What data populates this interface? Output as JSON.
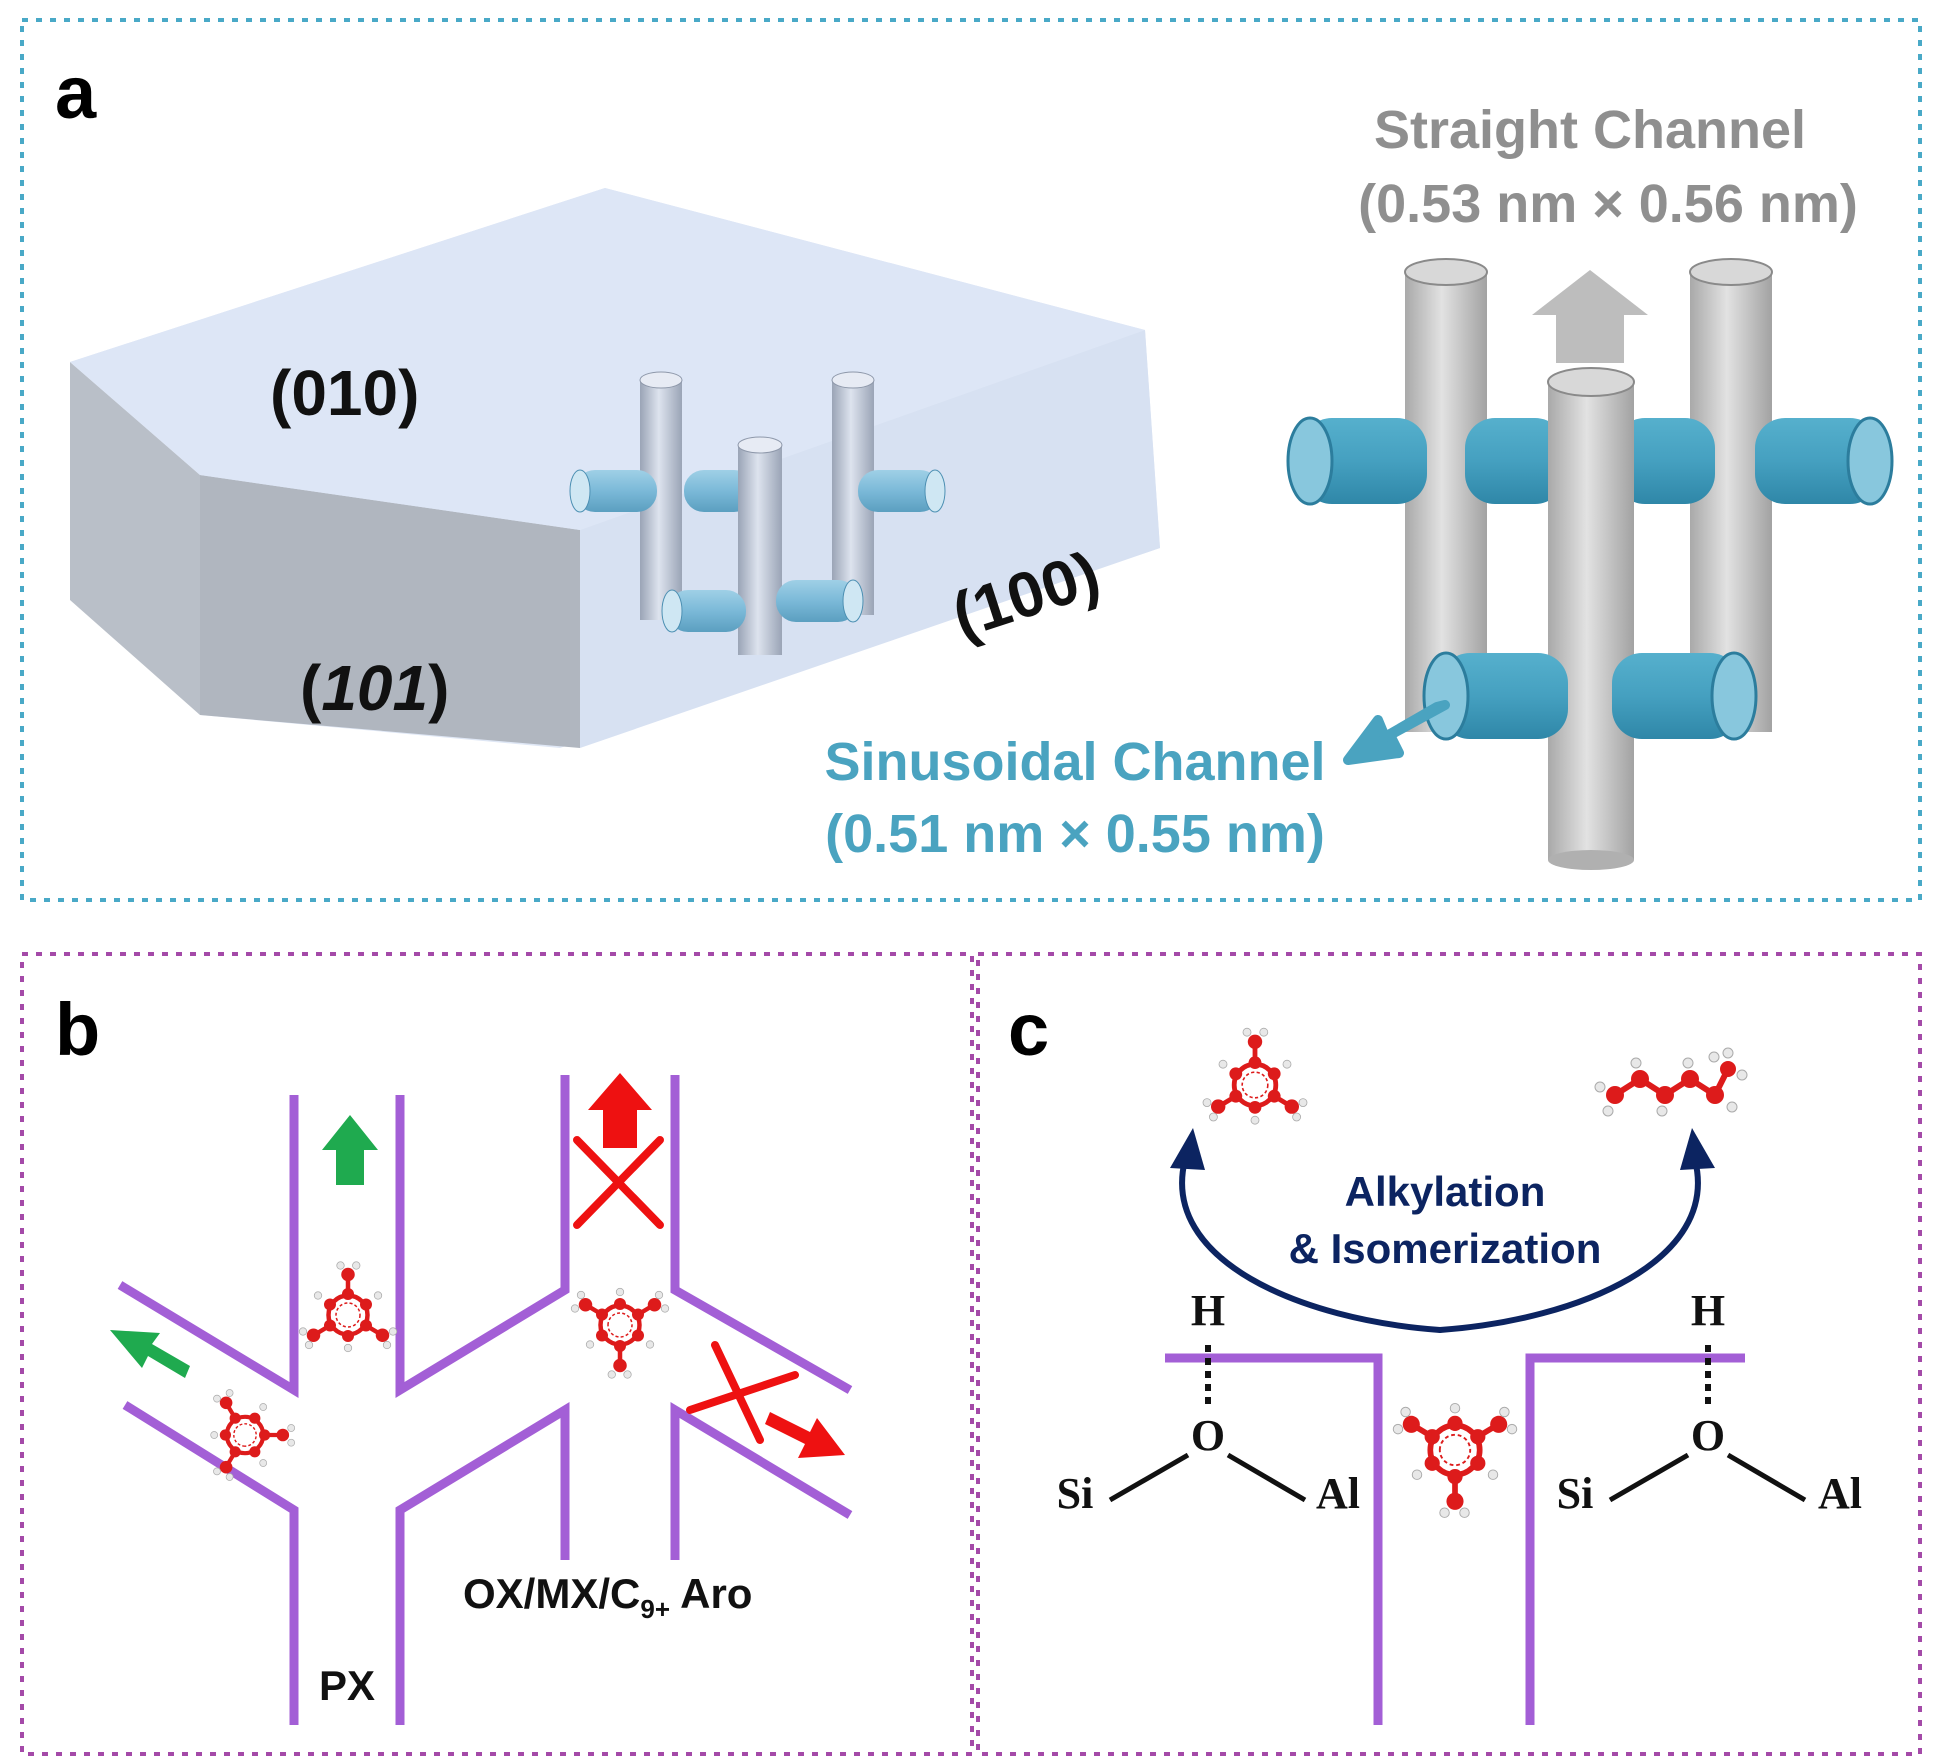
{
  "panels": {
    "a": {
      "letter": "a",
      "faces": {
        "top": "(010)",
        "side": "(100)",
        "front_pre": "(",
        "front_mid": "101",
        "front_post": ")"
      },
      "straight": {
        "title": "Straight Channel",
        "size": "(0.53 nm × 0.56 nm)"
      },
      "sinusoidal": {
        "title": "Sinusoidal Channel",
        "size": "(0.51 nm × 0.55 nm)"
      }
    },
    "b": {
      "letter": "b",
      "px_label": "PX",
      "others_main": "OX/MX/C",
      "others_sub": "9+",
      "others_tail": " Aro"
    },
    "c": {
      "letter": "c",
      "reaction_line1": "Alkylation",
      "reaction_line2": "& Isomerization",
      "atoms": {
        "h": "H",
        "o": "O",
        "si": "Si",
        "al": "Al"
      }
    }
  },
  "colors": {
    "frame_a": "#49a9c7",
    "frame_bc": "#a44aa8",
    "pore_wall": "#a35fd6",
    "sinusoidal": "#4aa3c0",
    "straight": "#b3b3b3",
    "allowed": "#1faa4f",
    "blocked": "#ee1111",
    "reaction": "#0c2461",
    "molecule": "#dd1b1b"
  },
  "icons": [
    "up-arrow-icon",
    "cross-icon",
    "curved-arrow-icon",
    "molecule-icon"
  ]
}
